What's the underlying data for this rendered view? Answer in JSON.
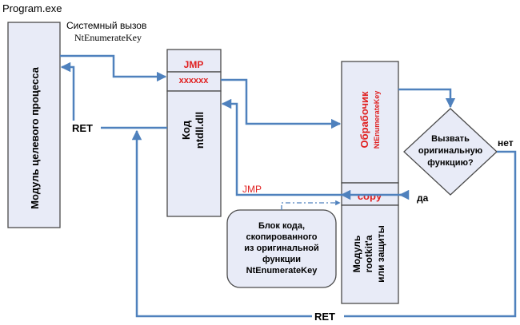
{
  "diagram": {
    "program_label": "Program.exe",
    "syscall_line1": "Системный вызов",
    "syscall_line2": "NtEnumerateKey",
    "target_module_label": "Модуль целевого процесса",
    "ret_left": "RET",
    "ntdll": {
      "jmp": "JMP",
      "addr": "xxxxxx",
      "code_line1": "Код",
      "code_line2": "ntdll.dll"
    },
    "handler_line1": "Обрабочик",
    "handler_line2": "NtEnumerateKey",
    "decision_line1": "Вызвать",
    "decision_line2": "оригинальную",
    "decision_line3": "функцию?",
    "no_label": "нет",
    "yes_label": "да",
    "copy_label": "copy",
    "jmp_label": "JMP",
    "block_line1": "Блок кода,",
    "block_line2": "скопированного",
    "block_line3": "из оригинальной",
    "block_line4": "функции",
    "block_line5": "NtEnumerateKey",
    "rootkit_line1": "Модуль",
    "rootkit_line2": "rootkit'а",
    "rootkit_line3": "или защиты",
    "ret_bottom": "RET"
  },
  "colors": {
    "arrow": "#4f81bd",
    "box_fill": "#e8ebf7",
    "box_stroke": "#4a4a4a",
    "accent_red": "#e02020",
    "text": "#000000"
  }
}
